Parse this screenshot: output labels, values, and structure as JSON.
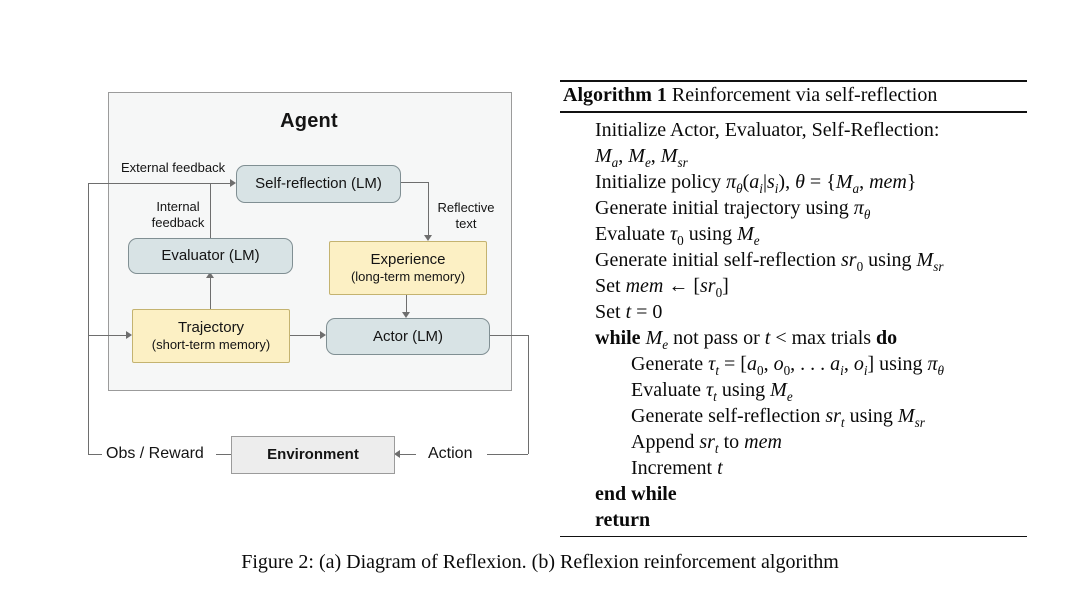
{
  "figure": {
    "caption": "Figure 2: (a) Diagram of Reflexion. (b) Reflexion reinforcement algorithm"
  },
  "diagram": {
    "agent_label": "Agent",
    "nodes": {
      "self_reflection": {
        "label": "Self-reflection (LM)"
      },
      "evaluator": {
        "label": "Evaluator (LM)"
      },
      "experience": {
        "label": "Experience",
        "sublabel": "(long-term memory)"
      },
      "trajectory": {
        "label": "Trajectory",
        "sublabel": "(short-term memory)"
      },
      "actor": {
        "label": "Actor (LM)"
      },
      "environment": {
        "label": "Environment"
      }
    },
    "edge_labels": {
      "external_feedback": "External feedback",
      "internal_feedback": [
        "Internal",
        "feedback"
      ],
      "reflective_text": [
        "Reflective",
        "text"
      ],
      "obs_reward": "Obs / Reward",
      "action": "Action"
    },
    "colors": {
      "lm-fill": "#d8e3e5",
      "lm-border": "#808f93",
      "mem-fill": "#fcf0c4",
      "mem-border": "#c4b370",
      "agent-fill": "#f6f7f7",
      "agent-border": "#9b9b9b",
      "env-fill": "#ededed",
      "env-border": "#9b9b9b",
      "line": "#6e6e6e",
      "text": "#141414"
    }
  },
  "algorithm": {
    "header": [
      {
        "t": "Algorithm 1",
        "s": "b"
      },
      {
        "t": " Reinforcement via self-reflection"
      }
    ],
    "lines": [
      {
        "indent": 1,
        "segs": [
          {
            "t": "Initialize Actor, Evaluator, Self-Reflection:"
          }
        ]
      },
      {
        "indent": 1,
        "segs": [
          {
            "t": "M",
            "s": "i"
          },
          {
            "t": "a",
            "s": "isub"
          },
          {
            "t": ", "
          },
          {
            "t": "M",
            "s": "i"
          },
          {
            "t": "e",
            "s": "isub"
          },
          {
            "t": ", "
          },
          {
            "t": "M",
            "s": "i"
          },
          {
            "t": "sr",
            "s": "isub"
          }
        ]
      },
      {
        "indent": 1,
        "segs": [
          {
            "t": "Initialize policy "
          },
          {
            "t": "π",
            "s": "i"
          },
          {
            "t": "θ",
            "s": "isub"
          },
          {
            "t": "("
          },
          {
            "t": "a",
            "s": "i"
          },
          {
            "t": "i",
            "s": "isub"
          },
          {
            "t": "|"
          },
          {
            "t": "s",
            "s": "i"
          },
          {
            "t": "i",
            "s": "isub"
          },
          {
            "t": "), "
          },
          {
            "t": "θ",
            "s": "i"
          },
          {
            "t": " = {"
          },
          {
            "t": "M",
            "s": "i"
          },
          {
            "t": "a",
            "s": "isub"
          },
          {
            "t": ", "
          },
          {
            "t": "mem",
            "s": "i"
          },
          {
            "t": "}"
          }
        ]
      },
      {
        "indent": 1,
        "segs": [
          {
            "t": "Generate initial trajectory using "
          },
          {
            "t": "π",
            "s": "i"
          },
          {
            "t": "θ",
            "s": "isub"
          }
        ]
      },
      {
        "indent": 1,
        "segs": [
          {
            "t": "Evaluate "
          },
          {
            "t": "τ",
            "s": "i"
          },
          {
            "t": "0",
            "s": "sub"
          },
          {
            "t": " using "
          },
          {
            "t": "M",
            "s": "i"
          },
          {
            "t": "e",
            "s": "isub"
          }
        ]
      },
      {
        "indent": 1,
        "segs": [
          {
            "t": "Generate initial self-reflection "
          },
          {
            "t": "sr",
            "s": "i"
          },
          {
            "t": "0",
            "s": "sub"
          },
          {
            "t": " using "
          },
          {
            "t": "M",
            "s": "i"
          },
          {
            "t": "sr",
            "s": "isub"
          }
        ]
      },
      {
        "indent": 1,
        "segs": [
          {
            "t": "Set "
          },
          {
            "t": "mem",
            "s": "i"
          },
          {
            "t": " ← ["
          },
          {
            "t": "sr",
            "s": "i"
          },
          {
            "t": "0",
            "s": "sub"
          },
          {
            "t": "]"
          }
        ]
      },
      {
        "indent": 1,
        "segs": [
          {
            "t": "Set "
          },
          {
            "t": "t",
            "s": "i"
          },
          {
            "t": " = 0"
          }
        ]
      },
      {
        "indent": 1,
        "segs": [
          {
            "t": "while ",
            "s": "b"
          },
          {
            "t": "M",
            "s": "i"
          },
          {
            "t": "e",
            "s": "isub"
          },
          {
            "t": " not pass or "
          },
          {
            "t": "t",
            "s": "i"
          },
          {
            "t": " < max trials "
          },
          {
            "t": "do",
            "s": "b"
          }
        ]
      },
      {
        "indent": 2,
        "segs": [
          {
            "t": "Generate "
          },
          {
            "t": "τ",
            "s": "i"
          },
          {
            "t": "t",
            "s": "isub"
          },
          {
            "t": " = ["
          },
          {
            "t": "a",
            "s": "i"
          },
          {
            "t": "0",
            "s": "sub"
          },
          {
            "t": ", "
          },
          {
            "t": "o",
            "s": "i"
          },
          {
            "t": "0",
            "s": "sub"
          },
          {
            "t": ", . . . "
          },
          {
            "t": "a",
            "s": "i"
          },
          {
            "t": "i",
            "s": "isub"
          },
          {
            "t": ", "
          },
          {
            "t": "o",
            "s": "i"
          },
          {
            "t": "i",
            "s": "isub"
          },
          {
            "t": "] using "
          },
          {
            "t": "π",
            "s": "i"
          },
          {
            "t": "θ",
            "s": "isub"
          }
        ]
      },
      {
        "indent": 2,
        "segs": [
          {
            "t": "Evaluate "
          },
          {
            "t": "τ",
            "s": "i"
          },
          {
            "t": "t",
            "s": "isub"
          },
          {
            "t": " using "
          },
          {
            "t": "M",
            "s": "i"
          },
          {
            "t": "e",
            "s": "isub"
          }
        ]
      },
      {
        "indent": 2,
        "segs": [
          {
            "t": "Generate self-reflection "
          },
          {
            "t": "sr",
            "s": "i"
          },
          {
            "t": "t",
            "s": "isub"
          },
          {
            "t": " using "
          },
          {
            "t": "M",
            "s": "i"
          },
          {
            "t": "sr",
            "s": "isub"
          }
        ]
      },
      {
        "indent": 2,
        "segs": [
          {
            "t": "Append "
          },
          {
            "t": "sr",
            "s": "i"
          },
          {
            "t": "t",
            "s": "isub"
          },
          {
            "t": " to "
          },
          {
            "t": "mem",
            "s": "i"
          }
        ]
      },
      {
        "indent": 2,
        "segs": [
          {
            "t": "Increment "
          },
          {
            "t": "t",
            "s": "i"
          }
        ]
      },
      {
        "indent": 1,
        "segs": [
          {
            "t": "end while",
            "s": "b"
          }
        ]
      },
      {
        "indent": 1,
        "segs": [
          {
            "t": "return",
            "s": "b"
          }
        ]
      }
    ]
  }
}
